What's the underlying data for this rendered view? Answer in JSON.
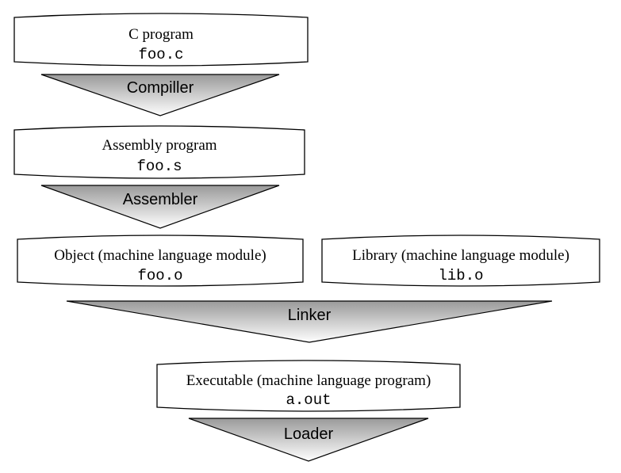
{
  "nodes": {
    "c_program": {
      "label": "C program",
      "file": "foo.c"
    },
    "assembly": {
      "label": "Assembly program",
      "file": "foo.s"
    },
    "object": {
      "label": "Object (machine language module)",
      "file": "foo.o"
    },
    "library": {
      "label": "Library (machine language module)",
      "file": "lib.o"
    },
    "executable": {
      "label": "Executable (machine language program)",
      "file": "a.out"
    }
  },
  "steps": {
    "compiler": "Compiller",
    "assembler": "Assembler",
    "linker": "Linker",
    "loader": "Loader"
  },
  "colors": {
    "stroke": "#000000",
    "funnel_dark": "#9a9a9a",
    "funnel_light": "#ffffff"
  }
}
